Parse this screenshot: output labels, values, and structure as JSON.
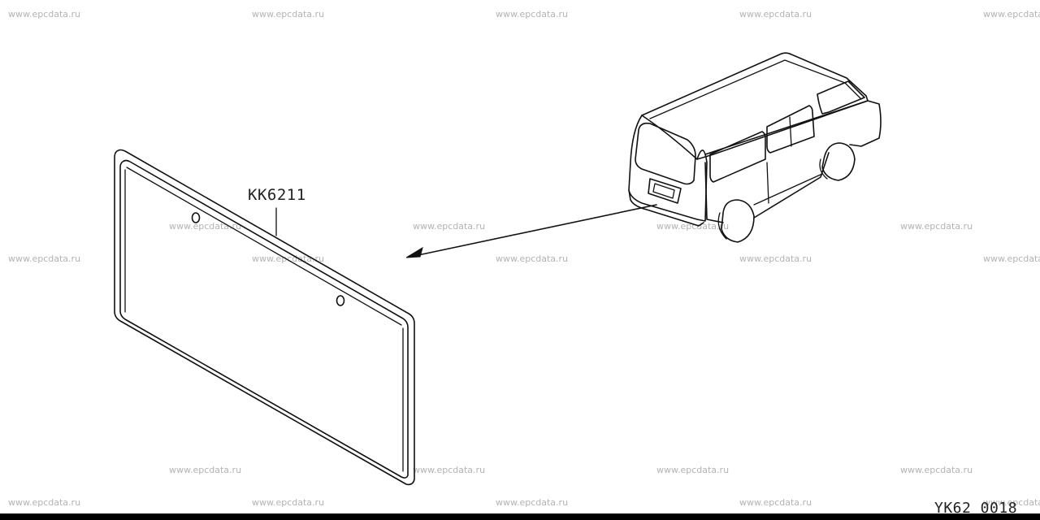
{
  "watermark": "www.epcdata.ru",
  "part_number": "KK6211",
  "diagram_id": "YK62 0018",
  "colors": {
    "line": "#111111",
    "watermark": "#b3b3b3",
    "background": "#ffffff",
    "bar": "#000000"
  }
}
